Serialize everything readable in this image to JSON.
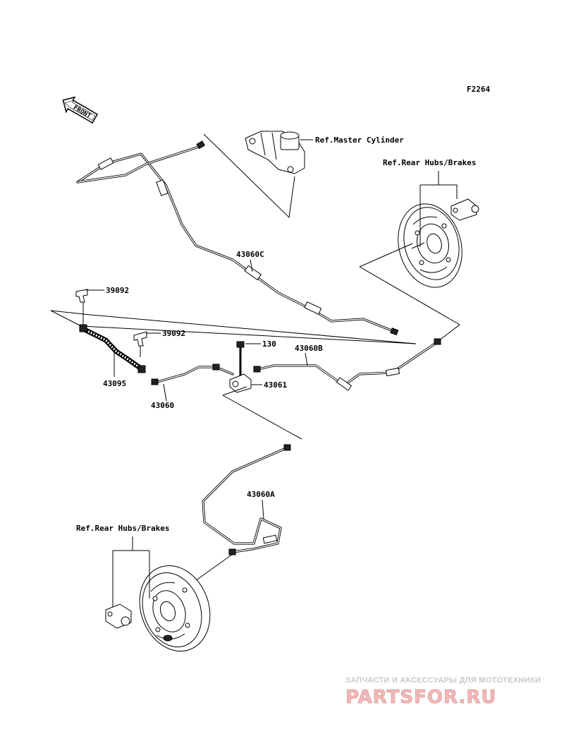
{
  "figure_code": "F2264",
  "front_label": "FRONT",
  "labels": {
    "master_cylinder": "Ref.Master Cylinder",
    "rear_hubs_top": "Ref.Rear Hubs/Brakes",
    "rear_hubs_bottom": "Ref.Rear Hubs/Brakes",
    "p43060C": "43060C",
    "p39092_a": "39092",
    "p39092_b": "39092",
    "p130": "130",
    "p43060B": "43060B",
    "p43095": "43095",
    "p43061": "43061",
    "p43060": "43060",
    "p43060A": "43060A"
  },
  "watermark": {
    "line1": "ЗАПЧАСТИ И АКСЕССУАРЫ ДЛЯ МОТОТЕХНИКИ",
    "line2": "PARTSFOR.RU"
  }
}
